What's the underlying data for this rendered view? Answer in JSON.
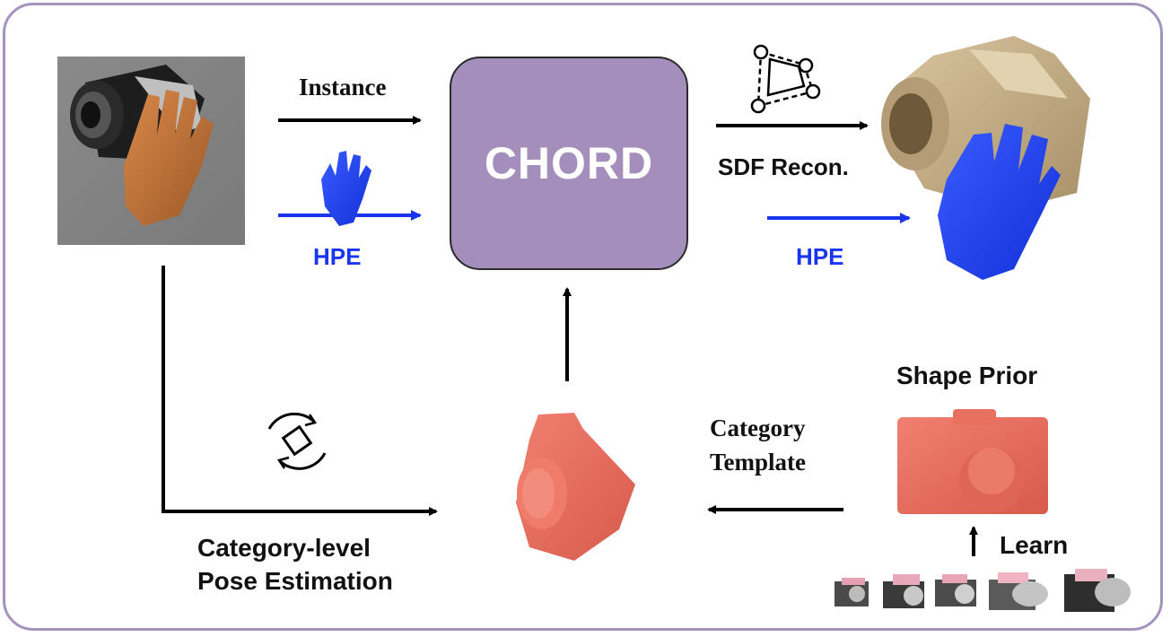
{
  "diagram": {
    "core_label": "CHORD",
    "input_edges": {
      "instance_label": "Instance",
      "hpe_label": "HPE"
    },
    "output_edges": {
      "sdf_label": "SDF Recon.",
      "hpe_label": "HPE"
    },
    "pose_label_line1": "Category-level",
    "pose_label_line2": "Pose Estimation",
    "template_label_line1": "Category",
    "template_label_line2": "Template",
    "shape_prior_label": "Shape Prior",
    "learn_label": "Learn"
  },
  "colors": {
    "frame": "#a593bd",
    "chord_fill": "#a48fbc",
    "hand_blue": "#1a35f0",
    "template_red": "#e86a5c",
    "camera_tan": "#c9b48e"
  },
  "icons": [
    "input-image-hand-camera",
    "blue-hand-icon",
    "sdf-polygon-icon",
    "rotation-pose-icon",
    "category-template-mesh",
    "shape-prior-mesh",
    "reconstructed-camera-hand",
    "training-camera-thumbnails"
  ]
}
